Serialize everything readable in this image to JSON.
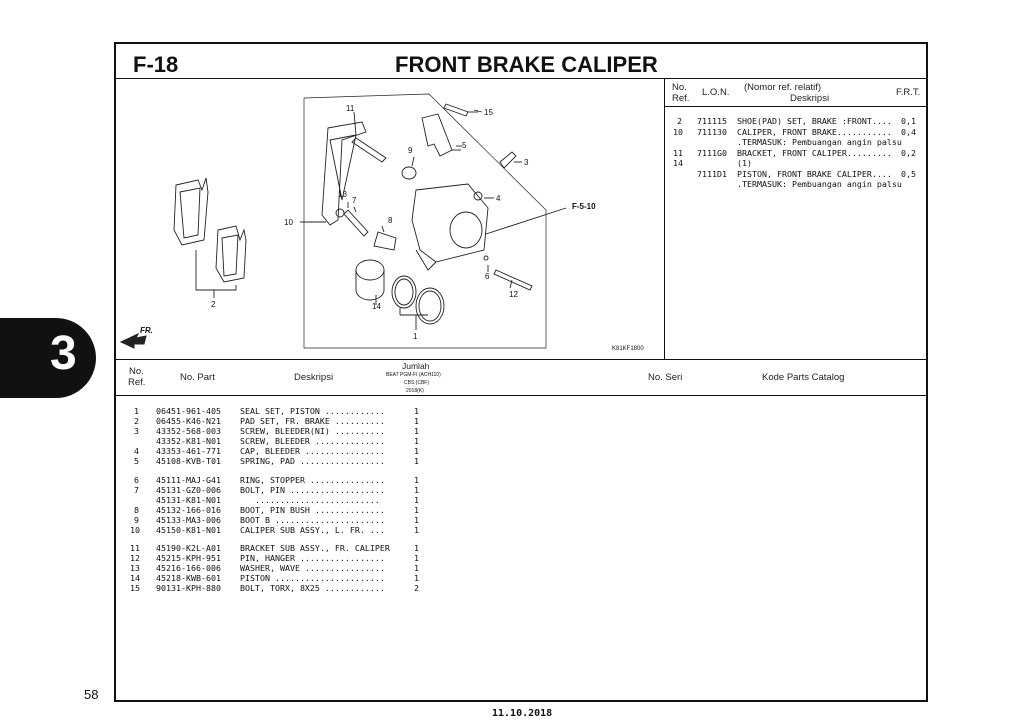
{
  "header": {
    "section_code": "F-18",
    "title": "FRONT BRAKE CALIPER"
  },
  "side_tab": {
    "number": "3"
  },
  "diagram": {
    "labels": [
      "11",
      "15",
      "9",
      "5",
      "3",
      "4",
      "13",
      "7",
      "F-5-10",
      "10",
      "8",
      "6",
      "12",
      "14",
      "2",
      "1"
    ],
    "direction_label": "FR.",
    "drawing_code": "K81KF1800"
  },
  "lon_table": {
    "headers": {
      "no": "No.",
      "ref": "Ref.",
      "lon": "L.O.N.",
      "desc_top": "(Nomor ref. relatif)",
      "desc": "Deskripsi",
      "frt": "F.R.T."
    },
    "rows": [
      {
        "no": "2",
        "lon": "711115",
        "desc": "SHOE(PAD) SET, BRAKE :FRONT....",
        "frt": "0,1"
      },
      {
        "no": "10",
        "lon": "711130",
        "desc": "CALIPER, FRONT BRAKE...........",
        "frt": "0,4"
      },
      {
        "no": "",
        "lon": "",
        "desc": ".TERMASUK: Pembuangan angin palsu",
        "frt": ""
      },
      {
        "no": "11",
        "lon": "7111G0",
        "desc": "BRACKET, FRONT CALIPER.........",
        "frt": "0,2"
      },
      {
        "no": "14",
        "lon": "",
        "desc": "(1)",
        "frt": ""
      },
      {
        "no": "",
        "lon": "7111D1",
        "desc": "PISTON, FRONT BRAKE CALIPER....",
        "frt": "0,5"
      },
      {
        "no": "",
        "lon": "",
        "desc": ".TERMASUK: Pembuangan angin palsu",
        "frt": ""
      }
    ]
  },
  "parts_table": {
    "headers": {
      "no": "No.",
      "ref": "Ref.",
      "part": "No. Part",
      "desc": "Deskripsi",
      "jumlah": "Jumlah",
      "model1": "BEAT PGM-FI (ACH110)",
      "model2": "CBS (CBF)",
      "model3": "2018(K)",
      "serial": "No. Seri",
      "catalog": "Kode Parts Catalog"
    },
    "groups": [
      [
        {
          "ref": "1",
          "part": "06451-961-405",
          "desc": "SEAL SET, PISTON ............",
          "qty": "1"
        },
        {
          "ref": "2",
          "part": "06455-K46-N21",
          "desc": "PAD SET, FR. BRAKE ..........",
          "qty": "1"
        },
        {
          "ref": "3",
          "part": "43352-568-003",
          "desc": "SCREW, BLEEDER(NI) ..........",
          "qty": "1"
        },
        {
          "ref": "",
          "part": "43352-K81-N01",
          "desc": "SCREW, BLEEDER ..............",
          "qty": "1"
        },
        {
          "ref": "4",
          "part": "43353-461-771",
          "desc": "CAP, BLEEDER ................",
          "qty": "1"
        },
        {
          "ref": "5",
          "part": "45108-KVB-T01",
          "desc": "SPRING, PAD .................",
          "qty": "1"
        }
      ],
      [
        {
          "ref": "6",
          "part": "45111-MAJ-G41",
          "desc": "RING, STOPPER ...............",
          "qty": "1"
        },
        {
          "ref": "7",
          "part": "45131-GZ0-006",
          "desc": "BOLT, PIN ...................",
          "qty": "1"
        },
        {
          "ref": "",
          "part": "45131-K81-N01",
          "desc": "   .........................",
          "qty": "1"
        },
        {
          "ref": "8",
          "part": "45132-166-016",
          "desc": "BOOT, PIN BUSH ..............",
          "qty": "1"
        },
        {
          "ref": "9",
          "part": "45133-MA3-006",
          "desc": "BOOT B ......................",
          "qty": "1"
        },
        {
          "ref": "10",
          "part": "45150-K81-N01",
          "desc": "CALIPER SUB ASSY., L. FR. ...",
          "qty": "1"
        }
      ],
      [
        {
          "ref": "11",
          "part": "45190-K2L-A01",
          "desc": "BRACKET SUB ASSY., FR. CALIPER",
          "qty": "1"
        },
        {
          "ref": "12",
          "part": "45215-KPH-951",
          "desc": "PIN, HANGER .................",
          "qty": "1"
        },
        {
          "ref": "13",
          "part": "45216-166-006",
          "desc": "WASHER, WAVE ................",
          "qty": "1"
        },
        {
          "ref": "14",
          "part": "45218-KWB-601",
          "desc": "PISTON ......................",
          "qty": "1"
        },
        {
          "ref": "15",
          "part": "90131-KPH-880",
          "desc": "BOLT, TORX, 8X25 ............",
          "qty": "2"
        }
      ]
    ]
  },
  "footer": {
    "page_number": "58",
    "date": "11.10.2018"
  }
}
